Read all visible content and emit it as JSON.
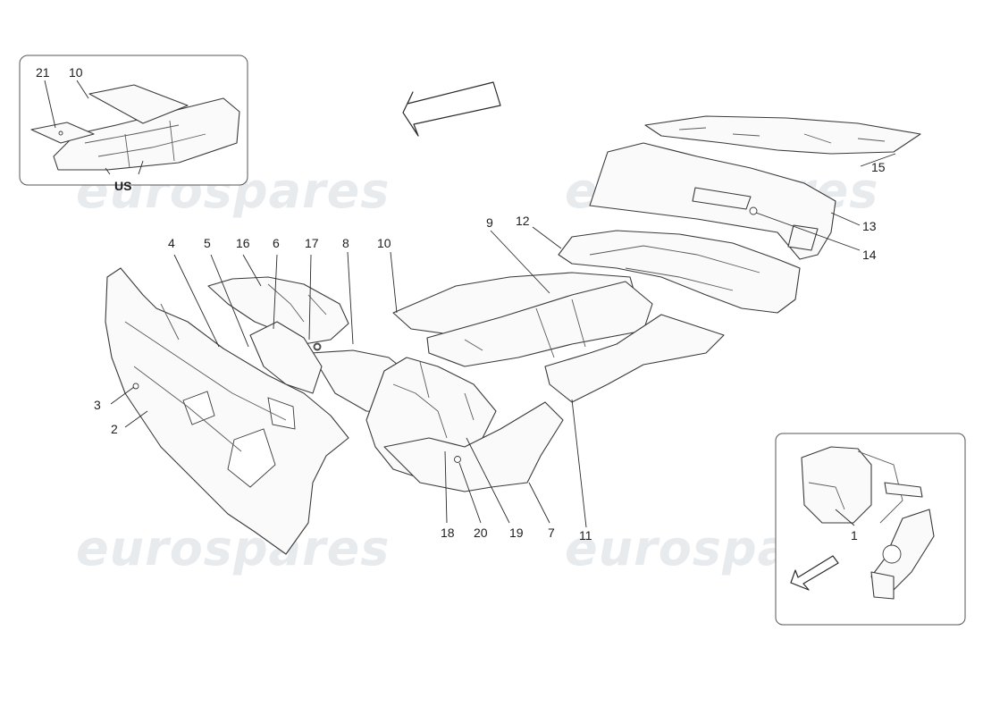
{
  "watermark": "eurospares",
  "inset_us": {
    "label": "US",
    "callouts": [
      "21",
      "10"
    ]
  },
  "inset_pedal": {
    "callouts": [
      "1"
    ]
  },
  "callouts": {
    "c1": "1",
    "c2": "2",
    "c3": "3",
    "c4": "4",
    "c5": "5",
    "c6": "6",
    "c7": "7",
    "c8": "8",
    "c9": "9",
    "c10": "10",
    "c11": "11",
    "c12": "12",
    "c13": "13",
    "c14": "14",
    "c15": "15",
    "c16": "16",
    "c17": "17",
    "c18": "18",
    "c19": "19",
    "c20": "20"
  }
}
